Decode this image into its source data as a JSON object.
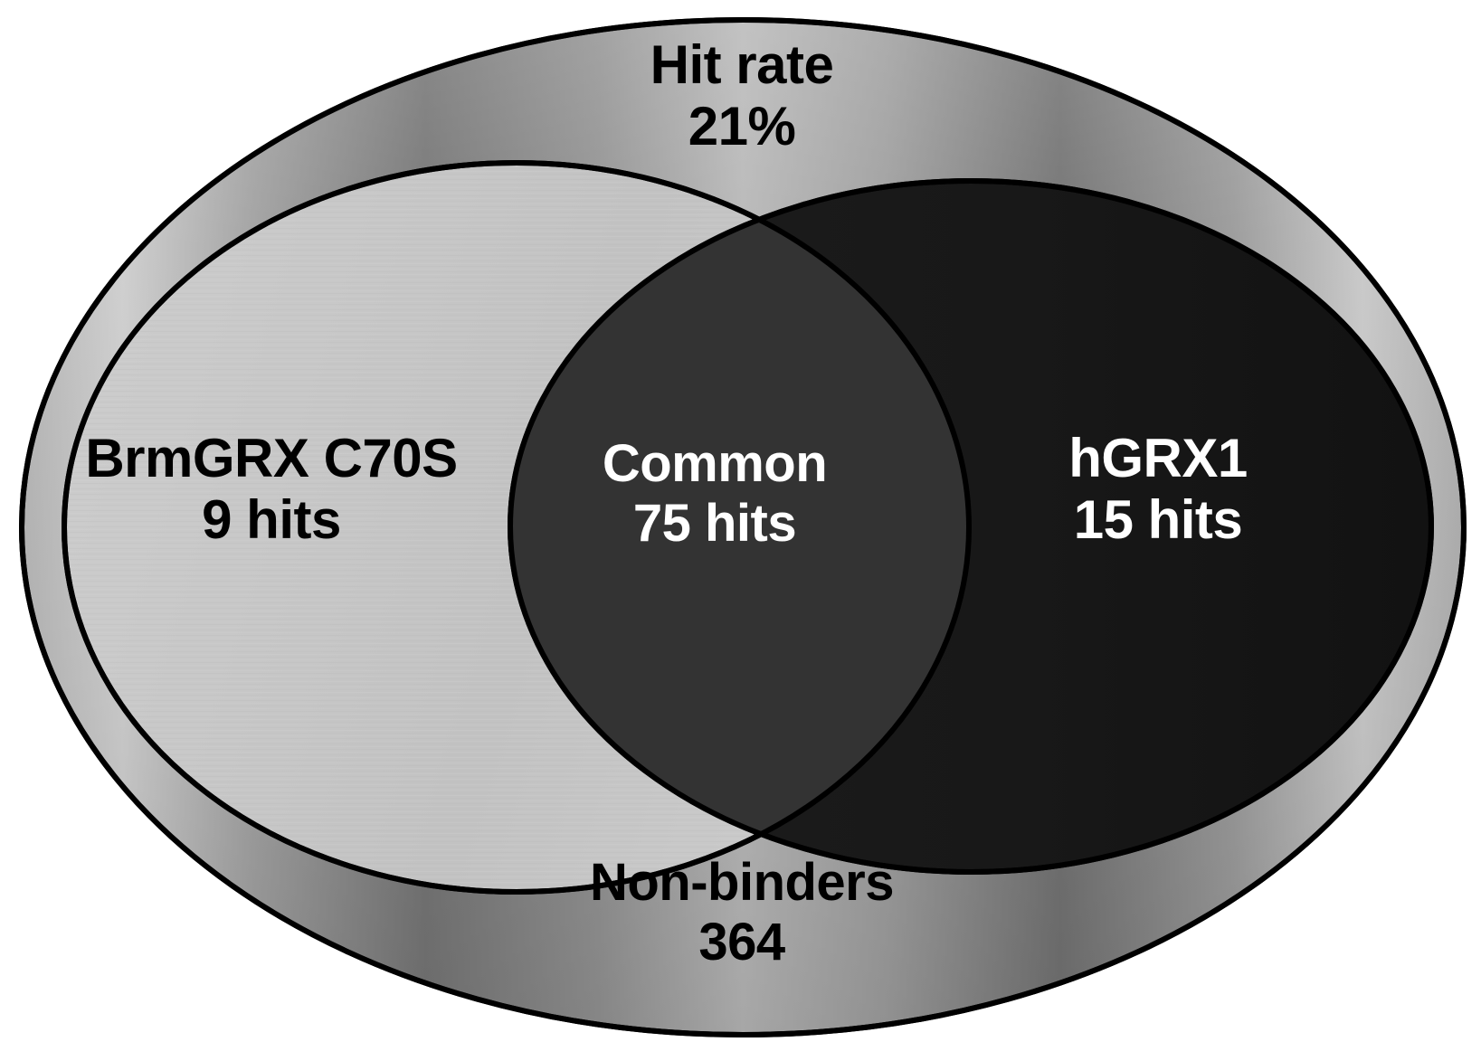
{
  "figure": {
    "type": "venn-diagram",
    "title": "Screening hit distribution Venn diagram",
    "background_color": "#ffffff",
    "stroke_color": "#000000"
  },
  "chart_data": {
    "type": "venn",
    "sets": [
      {
        "id": "universe",
        "label": "Non-binders",
        "value": "364",
        "role": "outer-universe-ellipse",
        "fill": "gray-gradient",
        "text_color": "#000000"
      },
      {
        "id": "brmgrx",
        "label": "BrmGRX C70S",
        "value": "9 hits",
        "count": 9,
        "role": "left-ellipse",
        "fill": "#c9c9c9",
        "text_color": "#000000"
      },
      {
        "id": "hgrx1",
        "label": "hGRX1",
        "value": "15 hits",
        "count": 15,
        "role": "right-ellipse",
        "fill": "#1a1a1a",
        "text_color": "#ffffff"
      },
      {
        "id": "intersection",
        "label": "Common",
        "value": "75 hits",
        "count": 75,
        "role": "intersection",
        "fill": "#333333",
        "text_color": "#ffffff"
      }
    ],
    "annotations": [
      {
        "id": "hit-rate",
        "label": "Hit rate",
        "value": "21%",
        "position": "top"
      }
    ],
    "totals": {
      "non_binders": 364,
      "hit_rate_percent": 21
    }
  },
  "labels": {
    "hit_rate": {
      "line1": "Hit rate",
      "line2": "21%"
    },
    "left_set": {
      "line1": "BrmGRX C70S",
      "line2": "9 hits"
    },
    "common": {
      "line1": "Common",
      "line2": "75 hits"
    },
    "right_set": {
      "line1": "hGRX1",
      "line2": "15 hits"
    },
    "non_binders": {
      "line1": "Non-binders",
      "line2": "364"
    }
  },
  "colors": {
    "outer_gradient_light": "#d9d9d9",
    "outer_gradient_mid": "#8f8f8f",
    "outer_gradient_dark": "#6e6e6e",
    "left_fill": "#c9c9c9",
    "right_fill": "#1a1a1a",
    "intersection_fill": "#333333",
    "stroke": "#000000",
    "text_dark": "#000000",
    "text_light": "#ffffff"
  }
}
